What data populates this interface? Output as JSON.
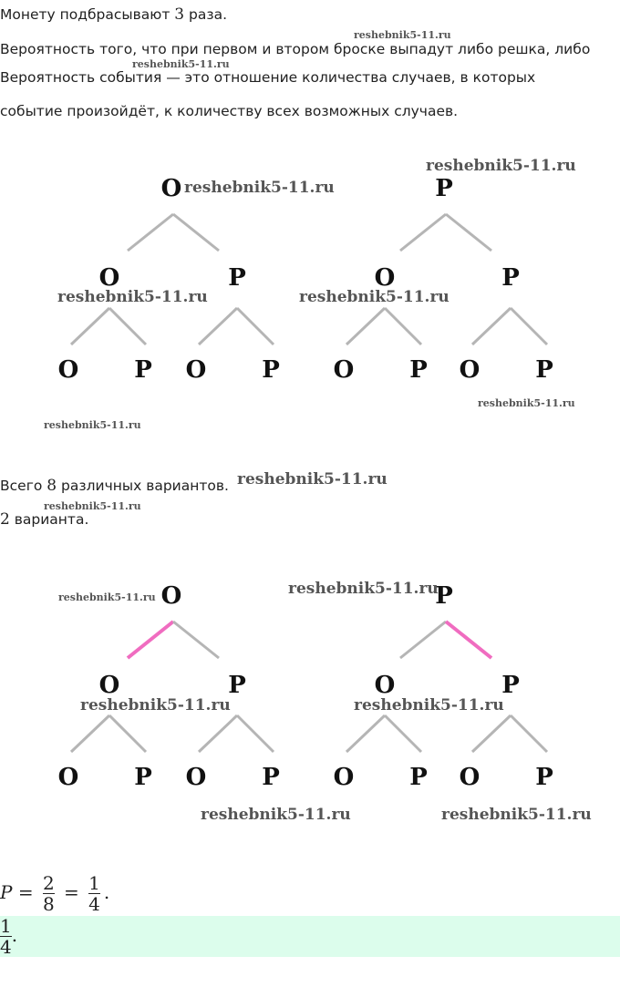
{
  "text": {
    "line1_a": "Монету подбрасывают ",
    "line1_num": "3",
    "line1_b": " раза.",
    "line2": "Вероятность того, что при первом и втором броске выпадут либо решка, либо",
    "line3": "Вероятность события — это отношение количества случаев, в которых",
    "line4": "событие произойдёт, к количеству всех возможных случаев.",
    "total_a": "Всего ",
    "total_num": "8",
    "total_b": " различных вариантов.",
    "fav_num": "2",
    "fav_b": " варианта."
  },
  "tree_labels": {
    "heads": "О",
    "tails": "Р"
  },
  "highlight_color": "#f06cc0",
  "formula": {
    "p": "P",
    "eq": "=",
    "n1": "2",
    "d1": "8",
    "n2": "1",
    "d2": "4",
    "end": "."
  },
  "answer": {
    "n": "1",
    "d": "4",
    "end": "."
  },
  "watermark": "reshebnik5-11.ru"
}
